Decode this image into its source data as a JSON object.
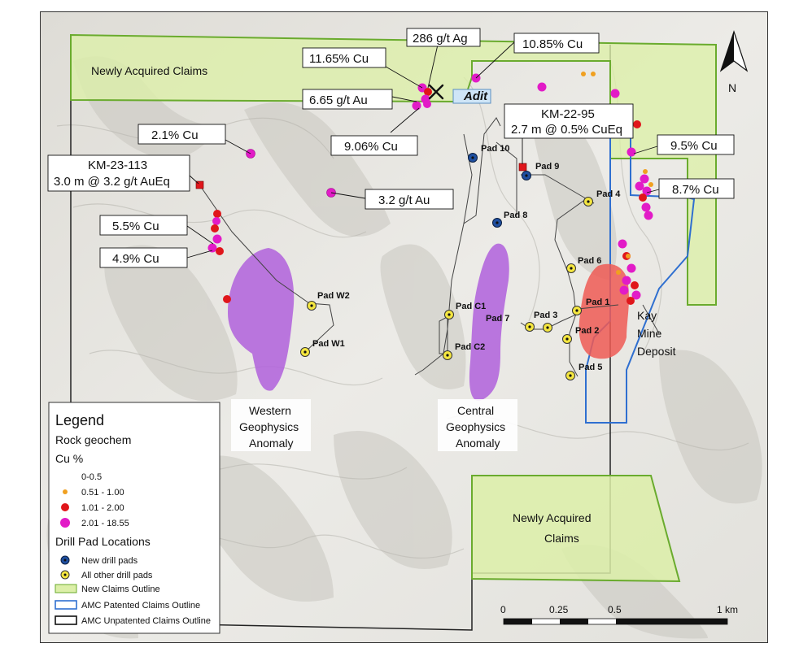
{
  "north": {
    "label": "N"
  },
  "claims": {
    "north_label": "Newly Acquired Claims",
    "south_label_line1": "Newly Acquired",
    "south_label_line2": "Claims"
  },
  "callouts": {
    "ag_286": "286 g/t Ag",
    "cu_1085": "10.85% Cu",
    "cu_1165": "11.65% Cu",
    "au_665": "6.65 g/t Au",
    "adit": "Adit",
    "cu_906": "9.06% Cu",
    "km2295_line1": "KM-22-95",
    "km2295_line2": "2.7 m @ 0.5% CuEq",
    "cu_21": "2.1% Cu",
    "km23113_line1": "KM-23-113",
    "km23113_line2": "3.0 m @ 3.2 g/t AuEq",
    "au_32": "3.2 g/t Au",
    "cu_95": "9.5% Cu",
    "cu_87": "8.7% Cu",
    "cu_55": "5.5% Cu",
    "cu_49": "4.9% Cu"
  },
  "pads": {
    "pad10": "Pad 10",
    "pad9": "Pad 9",
    "pad8": "Pad 8",
    "pad4": "Pad 4",
    "pad6": "Pad 6",
    "pad1": "Pad 1",
    "pad2": "Pad 2",
    "pad3": "Pad 3",
    "pad7": "Pad 7",
    "pad5": "Pad 5",
    "padc1": "Pad C1",
    "padc2": "Pad C2",
    "padw1": "Pad W1",
    "padw2": "Pad W2"
  },
  "deposit": {
    "line1": "Kay",
    "line2": "Mine",
    "line3": "Deposit"
  },
  "anomalies": {
    "western_line1": "Western",
    "western_line2": "Geophysics",
    "western_line3": "Anomaly",
    "central_line1": "Central",
    "central_line2": "Geophysics",
    "central_line3": "Anomaly"
  },
  "legend": {
    "title": "Legend",
    "rock_geochem": "Rock geochem",
    "cu_pct": "Cu %",
    "class1": "0-0.5",
    "class2": "0.51 - 1.00",
    "class3": "1.01 - 2.00",
    "class4": "2.01 - 18.55",
    "drill_pad_title": "Drill Pad Locations",
    "new_pads": "New drill pads",
    "other_pads": "All other drill pads",
    "new_claims": "New Claims Outline",
    "patented": "AMC Patented Claims Outline",
    "unpatented": "AMC Unpatented Claims Outline"
  },
  "scale": {
    "t0": "0",
    "t1": "0.25",
    "t2": "0.5",
    "t3": "1 km"
  },
  "colors": {
    "claims_fill": "#dcefa8",
    "claims_stroke": "#6aab2e",
    "patented_stroke": "#2f6fd0",
    "anomaly": "#b060dc",
    "deposit": "#ee5b55",
    "cu_high": "#e21bc7",
    "cu_mid": "#e0161b",
    "cu_low": "#f0a020",
    "new_pad": "#1f4fa0",
    "other_pad": "#f4e640",
    "deposit_text": "#e23030"
  }
}
